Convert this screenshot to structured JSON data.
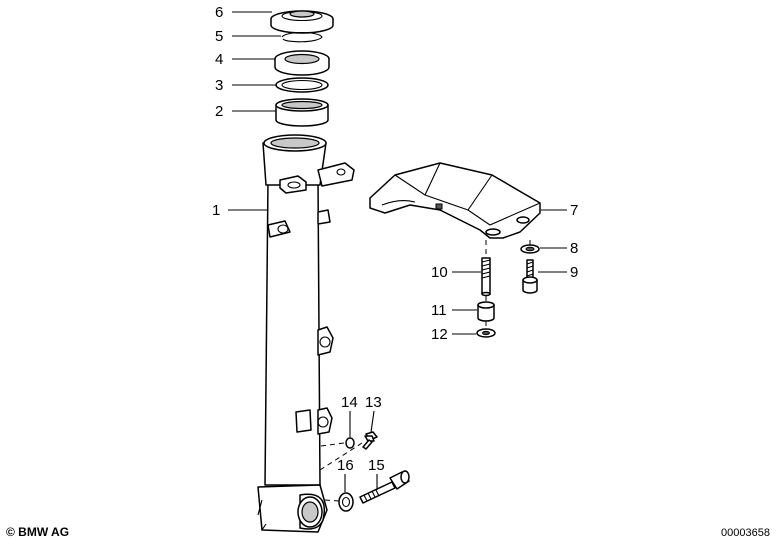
{
  "callouts": [
    "1",
    "2",
    "3",
    "4",
    "5",
    "6",
    "7",
    "8",
    "9",
    "10",
    "11",
    "12",
    "13",
    "14",
    "15",
    "16"
  ],
  "footer": {
    "copyright": "© BMW AG",
    "docnum": "00003658"
  }
}
